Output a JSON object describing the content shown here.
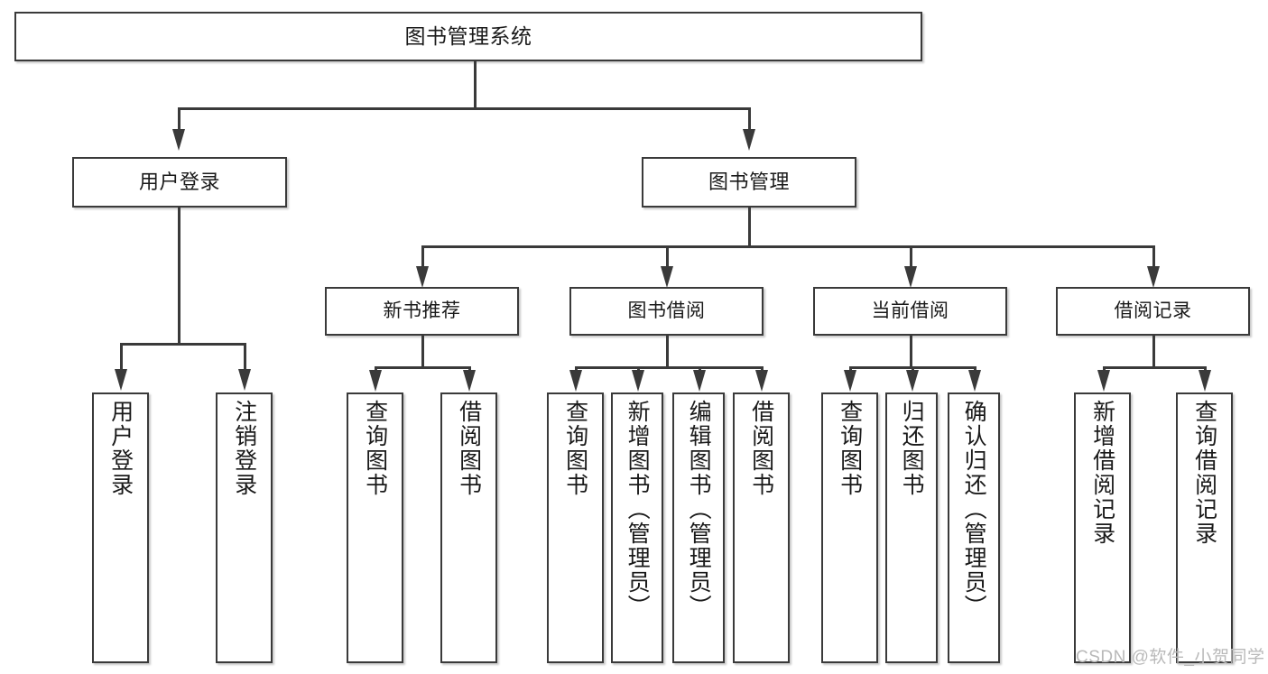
{
  "diagram": {
    "title_text": "图书管理系统",
    "type": "hierarchy-tree",
    "watermark": "CSDN @软件_小贺同学",
    "colors": {
      "box_border": "#3a3a3a",
      "box_fill": "#ffffff",
      "connector": "#3a3a3a",
      "text": "#1a1a1a",
      "watermark": "#b9b9b9",
      "background": "#ffffff"
    },
    "root": {
      "label": "图书管理系统"
    },
    "level2": [
      {
        "label": "用户登录"
      },
      {
        "label": "图书管理"
      }
    ],
    "level3": [
      {
        "label": "新书推荐"
      },
      {
        "label": "图书借阅"
      },
      {
        "label": "当前借阅"
      },
      {
        "label": "借阅记录"
      }
    ],
    "leaves": {
      "user_login": [
        {
          "label": "用户登录"
        },
        {
          "label": "注销登录"
        }
      ],
      "new_book_rec": [
        {
          "label": "查询图书"
        },
        {
          "label": "借阅图书"
        }
      ],
      "book_borrow": [
        {
          "label": "查询图书"
        },
        {
          "label": "新增图书（管理员）"
        },
        {
          "label": "编辑图书（管理员）"
        },
        {
          "label": "借阅图书"
        }
      ],
      "current_borrow": [
        {
          "label": "查询图书"
        },
        {
          "label": "归还图书"
        },
        {
          "label": "确认归还（管理员）"
        }
      ],
      "borrow_record": [
        {
          "label": "新增借阅记录"
        },
        {
          "label": "查询借阅记录"
        }
      ]
    }
  }
}
